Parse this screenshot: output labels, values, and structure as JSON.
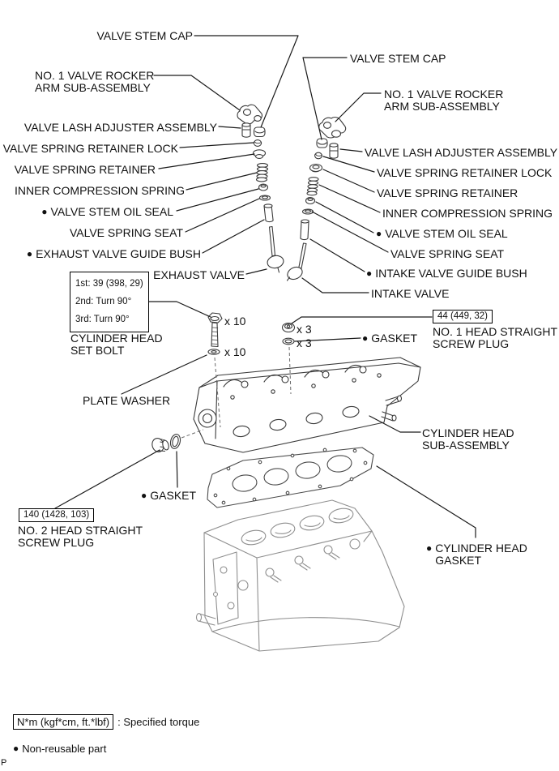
{
  "bullet_glyph": "●",
  "corner_letter": "P",
  "colors": {
    "ink": "#000000",
    "part_line": "#3a3a3a",
    "gasket_line": "#4a4a4a",
    "block_line": "#8f8f8f"
  },
  "left_labels": [
    {
      "text": "VALVE STEM CAP"
    },
    {
      "text": "NO. 1 VALVE ROCKER\nARM SUB-ASSEMBLY"
    },
    {
      "text": "VALVE LASH ADJUSTER ASSEMBLY"
    },
    {
      "text": "VALVE SPRING RETAINER LOCK"
    },
    {
      "text": "VALVE SPRING RETAINER"
    },
    {
      "text": "INNER COMPRESSION SPRING"
    },
    {
      "text": "VALVE STEM OIL SEAL",
      "bullet": true
    },
    {
      "text": "VALVE SPRING SEAT"
    },
    {
      "text": "EXHAUST VALVE GUIDE BUSH",
      "bullet": true
    },
    {
      "text": "EXHAUST VALVE"
    }
  ],
  "right_labels": [
    {
      "text": "VALVE STEM CAP"
    },
    {
      "text": "NO. 1 VALVE ROCKER\nARM SUB-ASSEMBLY"
    },
    {
      "text": "VALVE LASH ADJUSTER ASSEMBLY"
    },
    {
      "text": "VALVE SPRING RETAINER LOCK"
    },
    {
      "text": "VALVE SPRING RETAINER"
    },
    {
      "text": "INNER COMPRESSION SPRING"
    },
    {
      "text": "VALVE STEM OIL SEAL",
      "bullet": true
    },
    {
      "text": "VALVE SPRING SEAT"
    },
    {
      "text": "INTAKE VALVE GUIDE BUSH",
      "bullet": true
    },
    {
      "text": "INTAKE VALVE"
    }
  ],
  "callouts": {
    "head_bolt_torque_line1": "1st: 39 (398, 29)",
    "head_bolt_torque_line2": "2nd: Turn 90°",
    "head_bolt_torque_line3": "3rd: Turn 90°",
    "head_bolt_label": "CYLINDER HEAD\nSET BOLT",
    "head_bolt_count": "x 10",
    "plate_washer_count": "x 10",
    "plate_washer_label": "PLATE WASHER",
    "screw_plug_count": "x 3",
    "plug_gasket_count": "x 3",
    "gasket_right_label": "GASKET",
    "no1_plug_torque": "44 (449, 32)",
    "no1_plug_label": "NO. 1 HEAD STRAIGHT\nSCREW PLUG",
    "cylinder_head_label": "CYLINDER HEAD\nSUB-ASSEMBLY",
    "head_gasket_label": "CYLINDER HEAD\nGASKET",
    "no2_plug_torque": "140 (1428, 103)",
    "no2_plug_label": "NO. 2 HEAD STRAIGHT\nSCREW PLUG",
    "gasket_left_label": "GASKET"
  },
  "legend": {
    "torque_box": "N*m (kgf*cm, ft.*lbf)",
    "torque_note": ": Specified torque",
    "non_reusable": "Non-reusable part"
  }
}
